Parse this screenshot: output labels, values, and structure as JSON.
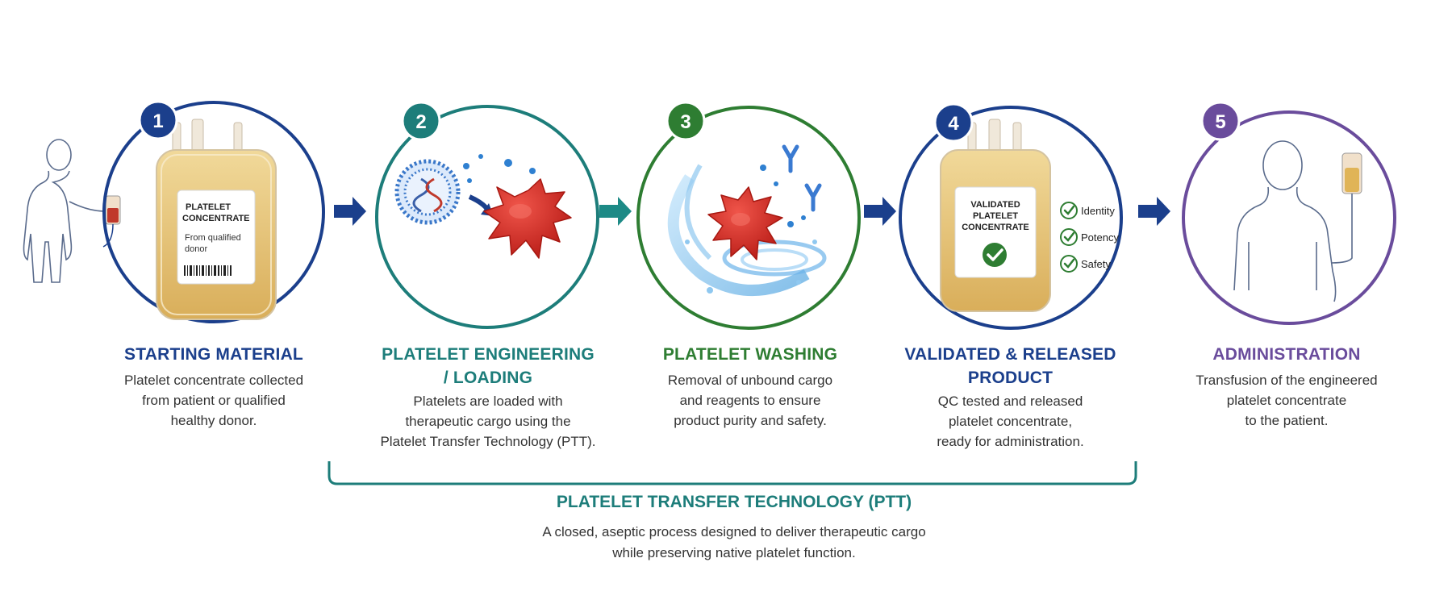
{
  "colors": {
    "step1": "#1b3f8c",
    "step2": "#1d7d7a",
    "step3": "#2e7d32",
    "step4": "#1b3f8c",
    "step5": "#6a4c9c",
    "arrow_dark": "#1b3f8c",
    "arrow_teal": "#1d8a86",
    "bag": "#e8c77a",
    "cell": "#d62a24",
    "check": "#2e7d32"
  },
  "steps": [
    {
      "number": "1",
      "title_lines": [
        "STARTING MATERIAL"
      ],
      "desc_lines": [
        "Platelet concentrate collected",
        "from patient or qualified",
        "healthy donor."
      ],
      "label_lines": [
        "PLATELET",
        "CONCENTRATE"
      ],
      "label_sub_lines": [
        "From qualified",
        "donor"
      ],
      "icons": [
        "patient-outline-icon",
        "blood-bag-icon",
        "barcode-icon"
      ]
    },
    {
      "number": "2",
      "title_lines": [
        "PLATELET ENGINEERING",
        "/ LOADING"
      ],
      "desc_lines": [
        "Platelets are loaded with",
        "therapeutic cargo using the",
        "Platelet Transfer Technology (PTT)."
      ],
      "icons": [
        "liposome-dna-icon",
        "platelet-cell-icon"
      ]
    },
    {
      "number": "3",
      "title_lines": [
        "PLATELET WASHING"
      ],
      "desc_lines": [
        "Removal of unbound cargo",
        "and reagents to ensure",
        "product purity and safety."
      ],
      "icons": [
        "water-swirl-icon",
        "platelet-cell-icon",
        "antibody-icon"
      ]
    },
    {
      "number": "4",
      "title_lines": [
        "VALIDATED & RELEASED",
        "PRODUCT"
      ],
      "desc_lines": [
        "QC tested and released",
        "platelet concentrate,",
        "ready for administration."
      ],
      "label_lines": [
        "VALIDATED",
        "PLATELET",
        "CONCENTRATE"
      ],
      "checks": [
        "Identity",
        "Potency",
        "Safety"
      ],
      "icons": [
        "blood-bag-icon",
        "check-circle-icon"
      ]
    },
    {
      "number": "5",
      "title_lines": [
        "ADMINISTRATION"
      ],
      "desc_lines": [
        "Transfusion of the engineered",
        "platelet concentrate",
        "to the patient."
      ],
      "icons": [
        "patient-outline-icon",
        "iv-bag-icon"
      ]
    }
  ],
  "ptt": {
    "title": "PLATELET TRANSFER TECHNOLOGY (PTT)",
    "desc_lines": [
      "A closed, aseptic process designed to deliver therapeutic cargo",
      "while preserving native platelet function."
    ]
  }
}
